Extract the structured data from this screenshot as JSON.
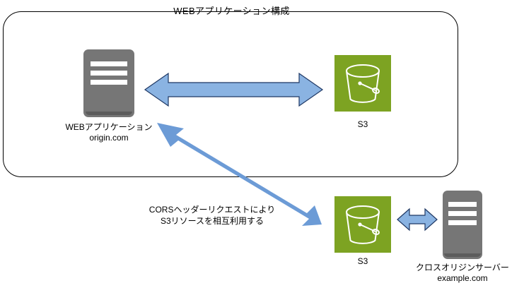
{
  "diagram": {
    "title": "WEBアプリケーション構成",
    "group_box": {
      "label": "WEBアプリケーション構成"
    },
    "nodes": [
      {
        "id": "webapp-server",
        "icon": "server-icon",
        "label_line1": "WEBアプリケーション",
        "label_line2": "origin.com",
        "color": "#767676"
      },
      {
        "id": "s3-top",
        "icon": "s3-bucket-icon",
        "label_line1": "S3",
        "label_line2": "",
        "color": "#7DA322"
      },
      {
        "id": "s3-bottom",
        "icon": "s3-bucket-icon",
        "label_line1": "S3",
        "label_line2": "",
        "color": "#7DA322"
      },
      {
        "id": "cross-origin-server",
        "icon": "server-icon",
        "label_line1": "クロスオリジンサーバー",
        "label_line2": "example.com",
        "color": "#767676"
      }
    ],
    "edges": [
      {
        "id": "webapp-to-s3-top",
        "style": "double-headed-arrow-outlined",
        "label_line1": "",
        "label_line2": "",
        "fill": "#8AB3E2",
        "stroke": "#1F3864"
      },
      {
        "id": "webapp-to-s3-bottom",
        "style": "double-headed-arrow-solid",
        "label_line1": "CORSヘッダーリクエストにより",
        "label_line2": "S3リソースを相互利用する",
        "fill": "#6C9BD6",
        "stroke": "none"
      },
      {
        "id": "s3-bottom-to-cross-origin",
        "style": "double-headed-arrow-outlined",
        "label_line1": "",
        "label_line2": "",
        "fill": "#8AB3E2",
        "stroke": "#1F3864"
      }
    ],
    "colors": {
      "s3_green": "#7DA322",
      "server_gray": "#767676",
      "arrow_blue": "#8AB3E2",
      "arrow_blue_solid": "#6C9BD6",
      "arrow_border": "#1F3864",
      "box_border": "#000000",
      "background": "#FFFFFF",
      "text": "#000000"
    }
  }
}
